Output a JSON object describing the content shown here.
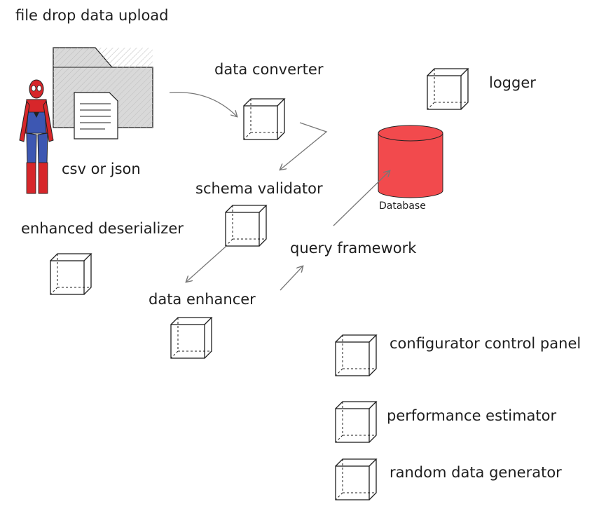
{
  "diagram": {
    "title": "file drop data upload",
    "labels": {
      "csv_or_json": "csv or json",
      "data_converter": "data converter",
      "logger": "logger",
      "database": "Database",
      "schema_validator": "schema validator",
      "enhanced_deserializer": "enhanced deserializer",
      "query_framework": "query framework",
      "data_enhancer": "data enhancer",
      "configurator_control_panel": "configurator control panel",
      "performance_estimator": "performance estimator",
      "random_data_generator": "random data generator"
    },
    "colors": {
      "database_fill": "#f24a4d",
      "folder_fill": "#d9d9d9",
      "ink": "#1e1e1e",
      "arrow": "#777777",
      "costume_red": "#d7262a",
      "costume_blue": "#3d57b2"
    },
    "icons": {
      "user": "spiderman-figure-icon",
      "folder": "folder-icon",
      "document": "document-icon",
      "database": "database-cylinder-icon",
      "component": "cube-icon"
    }
  }
}
